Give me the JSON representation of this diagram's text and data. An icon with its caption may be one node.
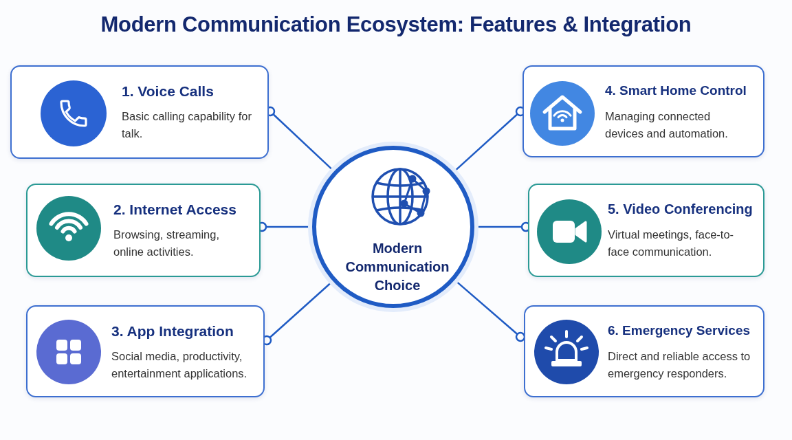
{
  "diagram": {
    "title": "Modern Communication Ecosystem: Features & Integration",
    "nodes": [
      {
        "text": [
          "Modern Communication Choice"
        ]
      },
      {
        "text": [
          "1. Voice Calls",
          "Basic calling capability for talk."
        ]
      },
      {
        "text": [
          "2. Internet Access",
          "Browsing, streaming, online activities."
        ]
      },
      {
        "text": [
          "3. App Integration",
          "Social media, productivity, entertainment applications."
        ]
      },
      {
        "text": [
          "4. Smart Home Control",
          "Managing connected devices and automation."
        ]
      },
      {
        "text": [
          "5. Video Conferencing",
          "Virtual meetings, face-to-face communication."
        ]
      },
      {
        "text": [
          "6. Emergency Services",
          "Direct and reliable access to emergency responders."
        ]
      }
    ],
    "edges": [
      {
        "from": 1,
        "to": 0,
        "arrow": "other"
      },
      {
        "from": 2,
        "to": 0,
        "arrow": "other"
      },
      {
        "from": 3,
        "to": 0,
        "arrow": "other"
      },
      {
        "from": 4,
        "to": 0,
        "arrow": "other"
      },
      {
        "from": 5,
        "to": 0,
        "arrow": "other"
      },
      {
        "from": 6,
        "to": 0,
        "arrow": "other"
      }
    ]
  }
}
